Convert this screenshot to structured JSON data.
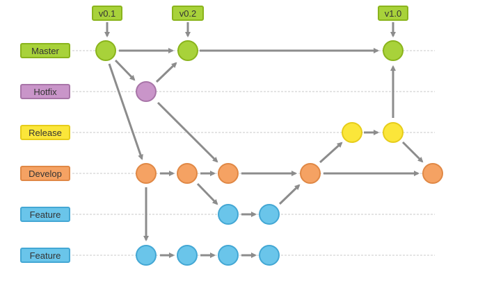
{
  "colors": {
    "master": {
      "fill": "#a8d23a",
      "stroke": "#8ab41c",
      "text": "#333333"
    },
    "hotfix": {
      "fill": "#c995c9",
      "stroke": "#a875a8",
      "text": "#333333"
    },
    "release": {
      "fill": "#fbe63a",
      "stroke": "#e6cc1a",
      "text": "#333333"
    },
    "develop": {
      "fill": "#f5a263",
      "stroke": "#e08845",
      "text": "#333333"
    },
    "feature": {
      "fill": "#6ac5ea",
      "stroke": "#43a7d4",
      "text": "#333333"
    },
    "tag": {
      "fill": "#a8d23a",
      "stroke": "#8ab41c",
      "text": "#333333"
    },
    "arrow": "#8c8c8c",
    "guide": "#c8c8c8"
  },
  "branches": {
    "master": {
      "label": "Master"
    },
    "hotfix": {
      "label": "Hotfix"
    },
    "release": {
      "label": "Release"
    },
    "develop": {
      "label": "Develop"
    },
    "feature1": {
      "label": "Feature"
    },
    "feature2": {
      "label": "Feature"
    }
  },
  "tags": {
    "t1": {
      "label": "v0.1"
    },
    "t2": {
      "label": "v0.2"
    },
    "t3": {
      "label": "v1.0"
    }
  }
}
